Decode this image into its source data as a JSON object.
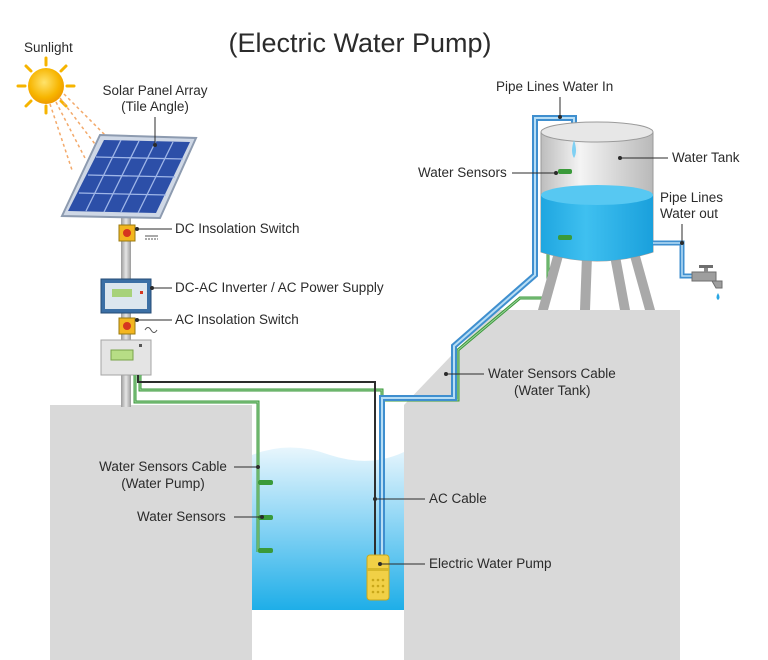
{
  "title": "(Electric Water Pump)",
  "labels": {
    "sunlight": "Sunlight",
    "solar_panel_1": "Solar Panel Array",
    "solar_panel_2": "(Tile Angle)",
    "dc_switch": "DC Insolation Switch",
    "inverter": "DC-AC Inverter / AC Power Supply",
    "ac_switch": "AC Insolation Switch",
    "pipe_in": "Pipe Lines Water In",
    "tank_sensors": "Water Sensors",
    "water_tank": "Water Tank",
    "pipe_out_1": "Pipe Lines",
    "pipe_out_2": "Water out",
    "tank_cable_1": "Water Sensors Cable",
    "tank_cable_2": "(Water Tank)",
    "pump_cable_1": "Water Sensors Cable",
    "pump_cable_2": "(Water Pump)",
    "pump_sensors": "Water Sensors",
    "ac_cable": "AC Cable",
    "pump": "Electric Water Pump"
  },
  "colors": {
    "sensor_cable": "#3a9a3a",
    "water": "#29b0e8",
    "pipe": "#3f8fcf",
    "ground": "#d8d8d8",
    "sun": "#f6b400"
  }
}
